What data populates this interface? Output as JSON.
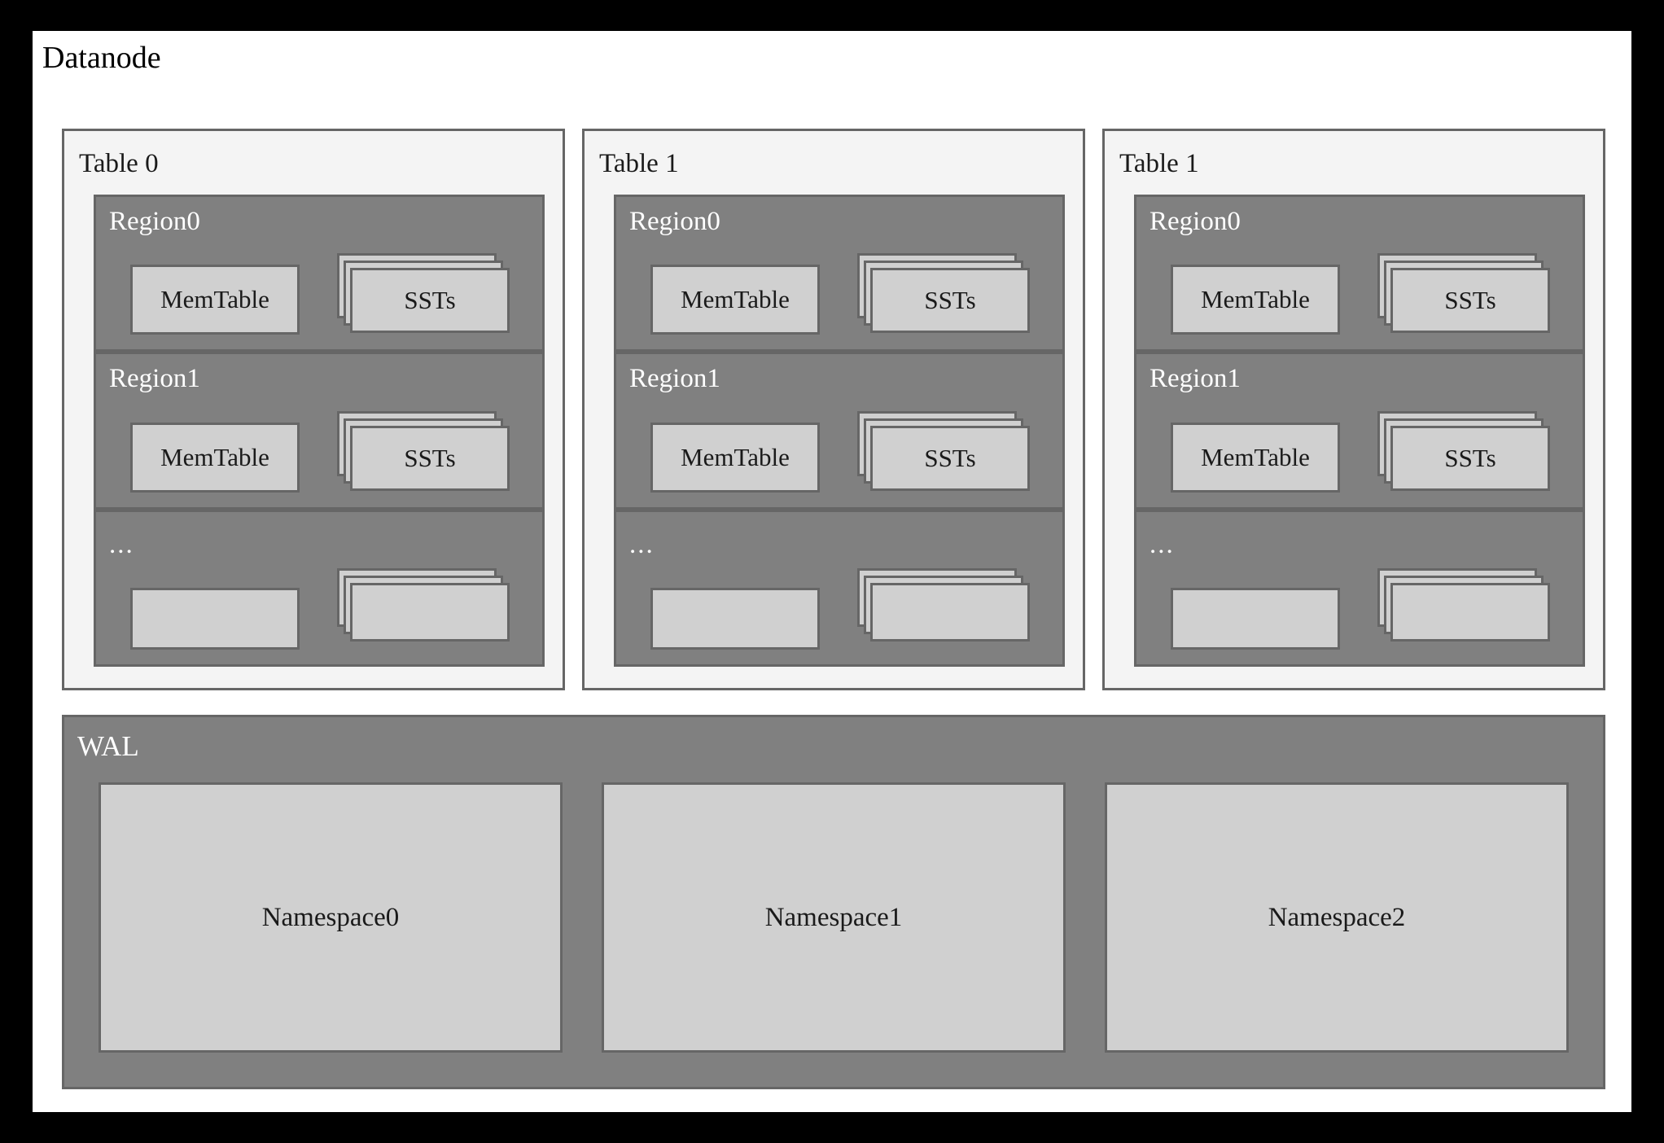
{
  "diagram": {
    "title": "Datanode",
    "colors": {
      "frame": "#000000",
      "canvas": "#ffffff",
      "table_panel_fill": "#f4f4f4",
      "region_fill": "#808080",
      "box_fill": "#d0d0d0",
      "border": "#666666",
      "dark_text": "#1a1a1a",
      "light_text": "#ffffff"
    }
  },
  "tables": [
    {
      "label": "Table 0",
      "regions": [
        {
          "label": "Region0",
          "memtable": "MemTable",
          "ssts": "SSTs",
          "blank": false
        },
        {
          "label": "Region1",
          "memtable": "MemTable",
          "ssts": "SSTs",
          "blank": false
        },
        {
          "label": "...",
          "memtable": "",
          "ssts": "",
          "blank": true
        }
      ]
    },
    {
      "label": "Table 1",
      "regions": [
        {
          "label": "Region0",
          "memtable": "MemTable",
          "ssts": "SSTs",
          "blank": false
        },
        {
          "label": "Region1",
          "memtable": "MemTable",
          "ssts": "SSTs",
          "blank": false
        },
        {
          "label": "...",
          "memtable": "",
          "ssts": "",
          "blank": true
        }
      ]
    },
    {
      "label": "Table 1",
      "regions": [
        {
          "label": "Region0",
          "memtable": "MemTable",
          "ssts": "SSTs",
          "blank": false
        },
        {
          "label": "Region1",
          "memtable": "MemTable",
          "ssts": "SSTs",
          "blank": false
        },
        {
          "label": "...",
          "memtable": "",
          "ssts": "",
          "blank": true
        }
      ]
    }
  ],
  "wal": {
    "label": "WAL",
    "namespaces": [
      "Namespace0",
      "Namespace1",
      "Namespace2"
    ]
  }
}
